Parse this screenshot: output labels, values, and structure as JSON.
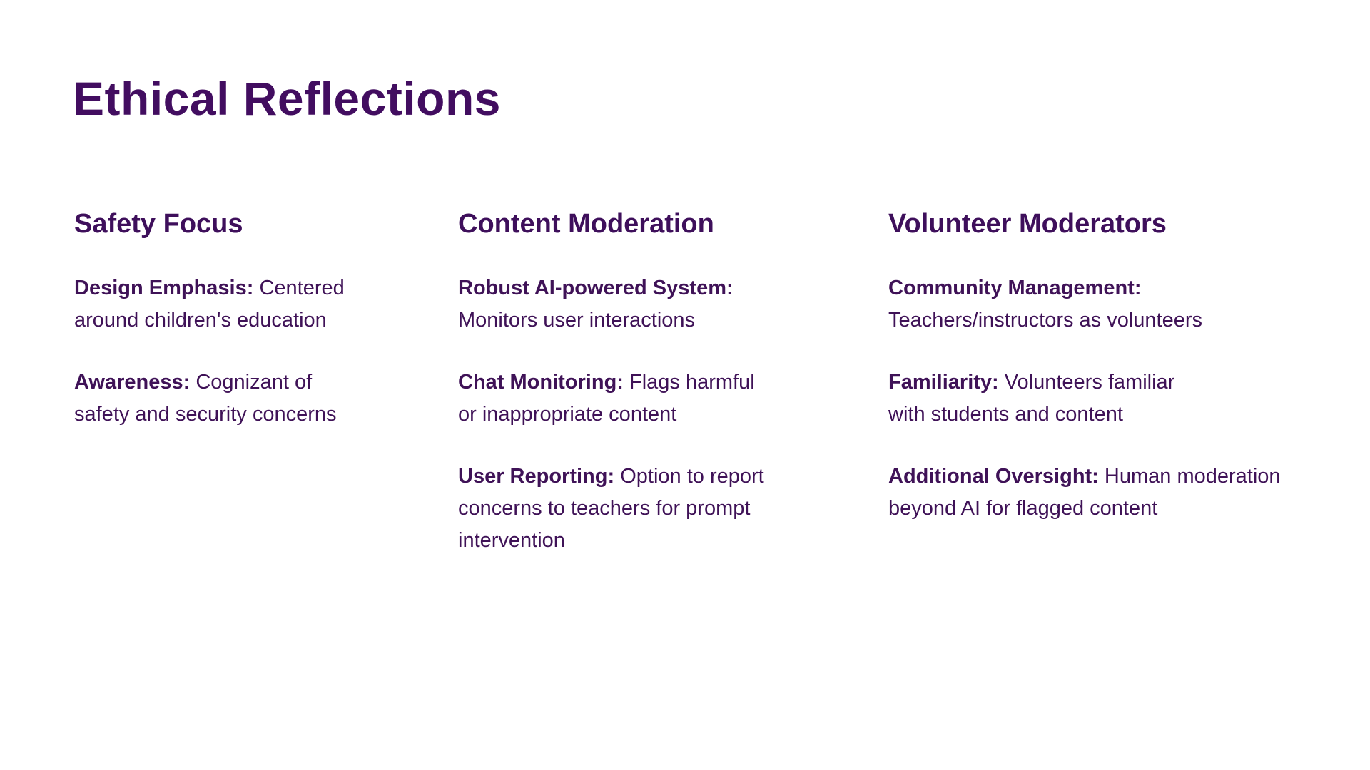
{
  "slide": {
    "title": "Ethical Reflections"
  },
  "theme": {
    "background": "#ffffff",
    "title_color": "#420d60",
    "heading_color": "#3e0f5b",
    "body_color": "#3f1257"
  },
  "columns": [
    {
      "heading": "Safety Focus",
      "items": [
        {
          "label": "Design Emphasis:",
          "text": " Centered\naround children's education"
        },
        {
          "label": "Awareness:",
          "text": " Cognizant of\nsafety and security concerns"
        }
      ]
    },
    {
      "heading": "Content Moderation",
      "items": [
        {
          "label": "Robust AI-powered System:",
          "text": "\nMonitors user interactions"
        },
        {
          "label": "Chat Monitoring:",
          "text": " Flags harmful\nor inappropriate content"
        },
        {
          "label": "User Reporting:",
          "text": " Option to report\nconcerns to teachers for prompt\nintervention"
        }
      ]
    },
    {
      "heading": "Volunteer Moderators",
      "items": [
        {
          "label": "Community Management:",
          "text": "\nTeachers/instructors as volunteers"
        },
        {
          "label": "Familiarity:",
          "text": " Volunteers familiar\nwith students and content"
        },
        {
          "label": "Additional Oversight:",
          "text": " Human moderation\nbeyond AI for flagged content"
        }
      ]
    }
  ]
}
